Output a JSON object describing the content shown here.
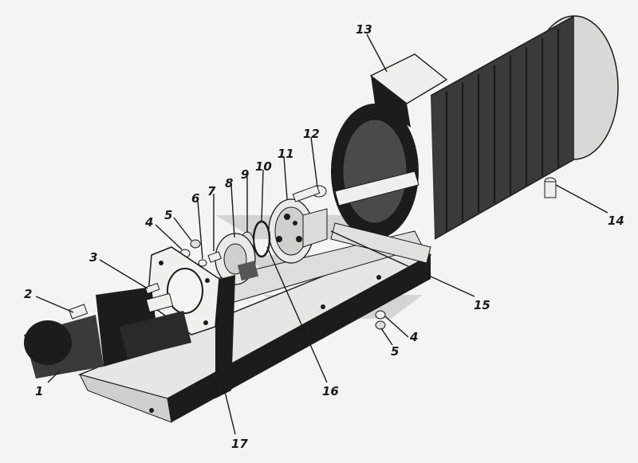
{
  "diagram": {
    "callouts": [
      "1",
      "2",
      "3",
      "4",
      "5",
      "6",
      "7",
      "8",
      "9",
      "10",
      "11",
      "12",
      "13",
      "14",
      "15",
      "16",
      "17",
      "4",
      "5"
    ],
    "colors": {
      "ink": "#1a1a1a",
      "paper": "#f4f4f2",
      "watermark": "#c8c8c8"
    }
  }
}
